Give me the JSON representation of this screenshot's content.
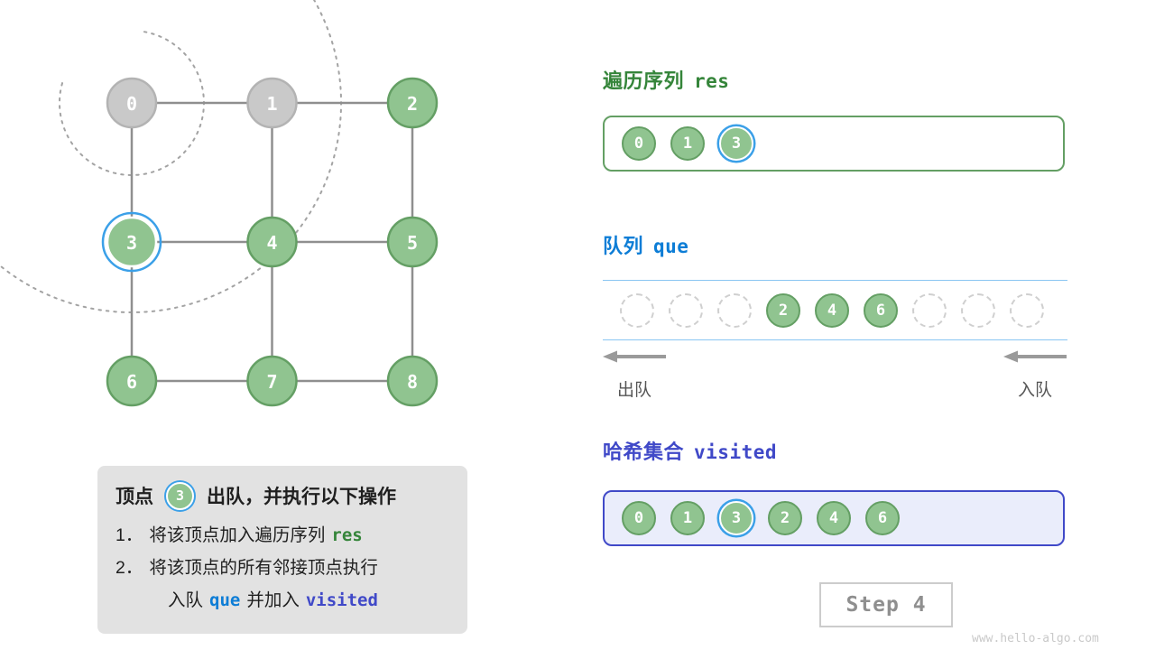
{
  "colors": {
    "green-fill": "#90c490",
    "green-border": "#649f64",
    "gray-fill": "#c9c9c9",
    "gray-border": "#b3b3b3",
    "highlight": "#3ba0e8",
    "edge": "#8f8f8f",
    "arc": "#a3a3a3",
    "node-text": "#ffffff",
    "res-green": "#35853a",
    "que-blue": "#0d7dd6",
    "visited-indigo": "#4049c8",
    "visited-bg": "#eaedfb",
    "queue-line": "#8ac6f2",
    "arrow": "#9a9a9a",
    "label-gray": "#555555",
    "info-bg": "#e2e2e2",
    "info-text": "#1f1f1f",
    "step-border": "#cccccc",
    "step-text": "#8f8f8f",
    "watermark-gray": "#c9c9c9"
  },
  "graph": {
    "nodes": [
      {
        "label": "0",
        "state": "gray"
      },
      {
        "label": "1",
        "state": "gray"
      },
      {
        "label": "2",
        "state": "green"
      },
      {
        "label": "3",
        "state": "current"
      },
      {
        "label": "4",
        "state": "green"
      },
      {
        "label": "5",
        "state": "green"
      },
      {
        "label": "6",
        "state": "green"
      },
      {
        "label": "7",
        "state": "green"
      },
      {
        "label": "8",
        "state": "green"
      }
    ],
    "edges": [
      [
        0,
        1
      ],
      [
        1,
        2
      ],
      [
        3,
        4
      ],
      [
        4,
        5
      ],
      [
        6,
        7
      ],
      [
        7,
        8
      ],
      [
        0,
        3
      ],
      [
        1,
        4
      ],
      [
        2,
        5
      ],
      [
        3,
        6
      ],
      [
        4,
        7
      ],
      [
        5,
        8
      ]
    ],
    "wave_arcs": {
      "center_node": 0,
      "radii": [
        80,
        232
      ]
    }
  },
  "res_panel": {
    "title_zh": "遍历序列",
    "title_code": "res",
    "items": [
      {
        "v": "0"
      },
      {
        "v": "1"
      },
      {
        "v": "3",
        "current": true
      }
    ]
  },
  "queue_panel": {
    "title_zh": "队列",
    "title_code": "que",
    "slots": [
      "",
      "",
      "",
      "2",
      "4",
      "6",
      "",
      "",
      ""
    ],
    "dequeue_label": "出队",
    "enqueue_label": "入队"
  },
  "visited_panel": {
    "title_zh": "哈希集合",
    "title_code": "visited",
    "items": [
      {
        "v": "0"
      },
      {
        "v": "1"
      },
      {
        "v": "3",
        "current": true
      },
      {
        "v": "2"
      },
      {
        "v": "4"
      },
      {
        "v": "6"
      }
    ]
  },
  "info_box": {
    "header_prefix": "顶点",
    "header_node": "3",
    "header_suffix": "出队，并执行以下操作",
    "line1_num": "1．",
    "line1_text": "将该顶点加入遍历序列",
    "line1_code": "res",
    "line2_num": "2．",
    "line2_text": "将该顶点的所有邻接顶点执行",
    "line3_pre": "入队",
    "line3_code1": "que",
    "line3_mid": "并加入",
    "line3_code2": "visited"
  },
  "step_label": "Step 4",
  "watermark": "www.hello-algo.com"
}
